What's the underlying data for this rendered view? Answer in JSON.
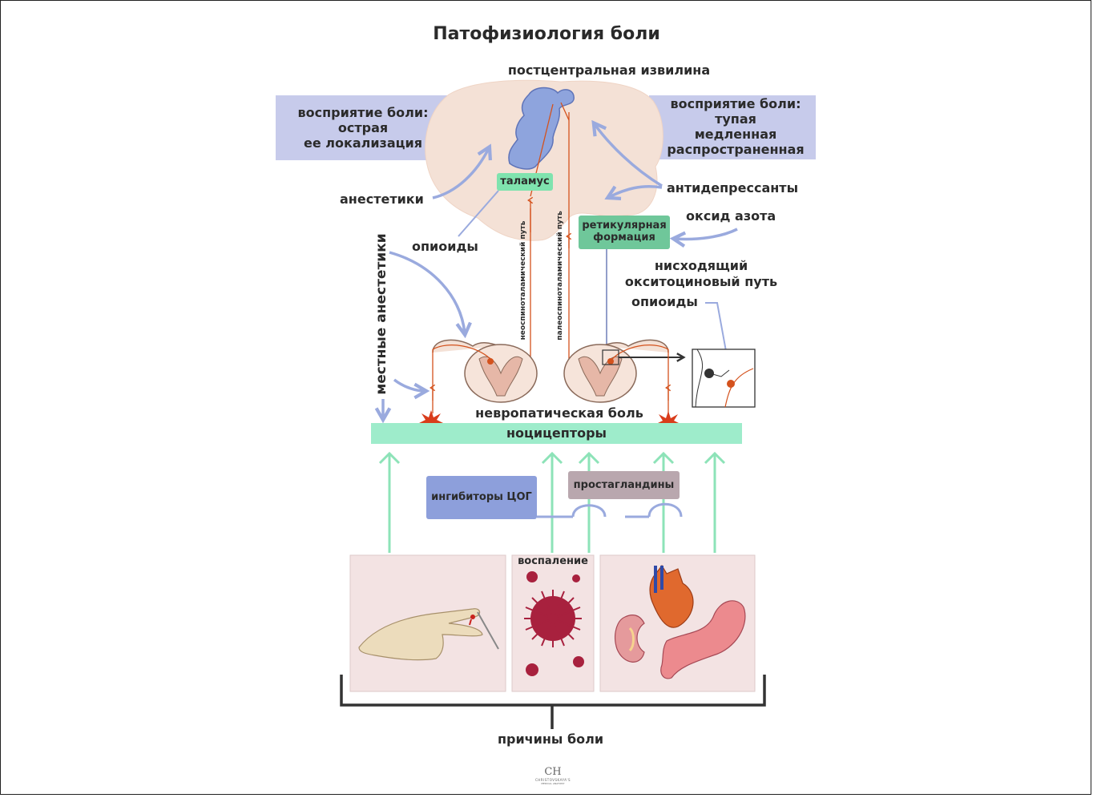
{
  "title": "Патофизиология боли",
  "brain": {
    "gyrus": "постцентральная извилина",
    "perception_left": [
      "восприятие боли:",
      "острая",
      "ее локализация"
    ],
    "perception_right": [
      "восприятие боли:",
      "тупая",
      "медленная",
      "распространенная"
    ],
    "thalamus": "таламус",
    "reticular": [
      "ретикулярная",
      "формация"
    ]
  },
  "drugs": {
    "anesthetics": "анестетики",
    "antidepressants": "антидепрессанты",
    "nitric_oxide": "оксид азота",
    "opioids_upper": "опиоиды",
    "descending": [
      "нисходящий",
      "окситоциновый путь"
    ],
    "opioids_lower": "опиоиды",
    "local_anesthetics": "местные анестетики",
    "cox_inhibitors": "ингибиторы ЦОГ",
    "prostaglandins": "простагландины"
  },
  "pathways": {
    "neo": "неоспиноталамический путь",
    "paleo": "палеоспиноталамический путь"
  },
  "periphery": {
    "neuropathic": "невропатическая боль",
    "nociceptors": "ноцицепторы"
  },
  "causes": {
    "inflammation": "воспаление",
    "label": "причины боли"
  },
  "logo": {
    "mono": "CH",
    "name": "CHRISTOVSKAYA'S",
    "sub": "MEDICAL ANATOMY"
  },
  "colors": {
    "perception_band": "#c7cbeb",
    "brain": "#f4e1d6",
    "gyrus_blue": "#8ea4dd",
    "drug_arrow": "#9aaade",
    "pathway": "#d4521d",
    "nociceptor_bar": "#9eeccb",
    "green_arrow": "#8de3b8",
    "cause_panel": "#f3e3e3"
  }
}
